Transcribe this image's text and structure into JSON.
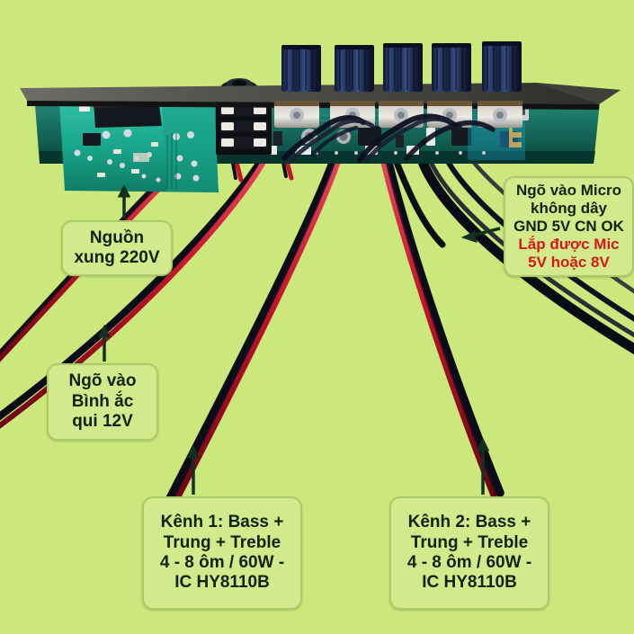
{
  "image": {
    "subject": "amplifier-board-annotated-photo",
    "background_color": "#cbe87c"
  },
  "board": {
    "faceplate_color": "#2b2b2b",
    "pcb_color": "#1f7a6a",
    "power_pcb_color": "#1aa58c",
    "knob_color": "#1c2a4a",
    "knob_count": 5,
    "slide_switch_count": 3
  },
  "callouts": [
    {
      "id": "power",
      "name": "power-supply-callout",
      "lines": [
        {
          "text": "Nguồn",
          "color": "#14210c"
        },
        {
          "text": "xung 220V",
          "color": "#14210c"
        }
      ],
      "arrow": "up"
    },
    {
      "id": "battery",
      "name": "battery-input-callout",
      "lines": [
        {
          "text": "Ngõ vào",
          "color": "#14210c"
        },
        {
          "text": "Bình ắc",
          "color": "#14210c"
        },
        {
          "text": "qui 12V",
          "color": "#14210c"
        }
      ],
      "arrow": "up"
    },
    {
      "id": "mic",
      "name": "wireless-mic-input-callout",
      "lines": [
        {
          "text": "Ngõ vào Micro",
          "color": "#14210c"
        },
        {
          "text": "không dây",
          "color": "#14210c"
        },
        {
          "text": "GND 5V CN OK",
          "color": "#14210c"
        },
        {
          "text": "Lắp được Mic",
          "color": "#d21b16"
        },
        {
          "text": "5V hoặc 8V",
          "color": "#d21b16"
        }
      ],
      "arrow": "left"
    },
    {
      "id": "ch1",
      "name": "channel-1-callout",
      "lines": [
        {
          "text": "Kênh 1: Bass +",
          "color": "#14210c"
        },
        {
          "text": "Trung + Treble",
          "color": "#14210c"
        },
        {
          "text": "4 - 8 ôm / 60W -",
          "color": "#14210c"
        },
        {
          "text": "IC HY8110B",
          "color": "#14210c"
        }
      ],
      "arrow": "up"
    },
    {
      "id": "ch2",
      "name": "channel-2-callout",
      "lines": [
        {
          "text": "Kênh 2: Bass +",
          "color": "#14210c"
        },
        {
          "text": "Trung + Treble",
          "color": "#14210c"
        },
        {
          "text": "4 - 8 ôm / 60W -",
          "color": "#14210c"
        },
        {
          "text": "IC HY8110B",
          "color": "#14210c"
        }
      ],
      "arrow": "up"
    }
  ],
  "wires": {
    "red_color": "#c4152b",
    "black_color": "#101018",
    "pair_count": 4
  }
}
